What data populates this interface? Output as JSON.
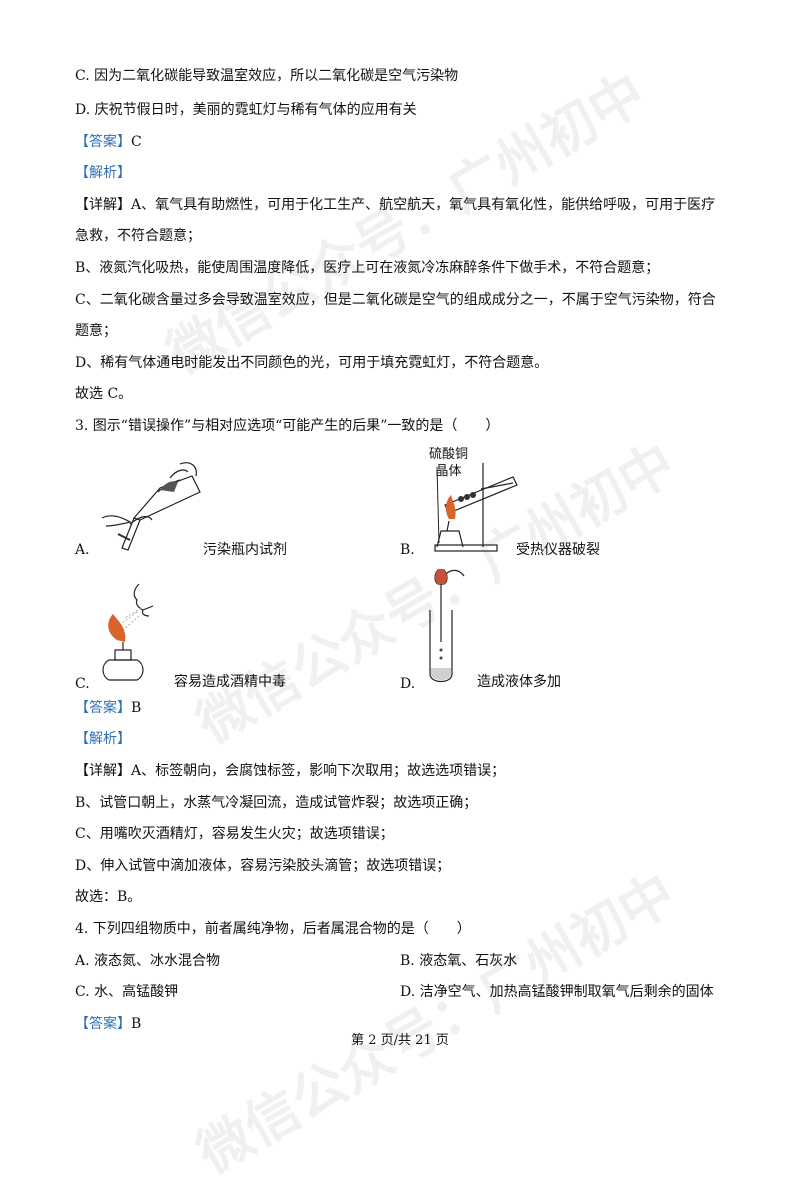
{
  "watermark": {
    "text_1": "微信公众号：广州初中",
    "text_2": "微信公众号：广州初中",
    "text_3": "微信公众号：广州初中"
  },
  "q2_tail": {
    "option_c": "C. 因为二氧化碳能导致温室效应，所以二氧化碳是空气污染物",
    "option_d": "D. 庆祝节假日时，美丽的霓虹灯与稀有气体的应用有关",
    "answer_tag": "【答案】",
    "answer": "C",
    "analysis_tag": "【解析】",
    "detail_tag": "【详解】",
    "detail_a_1": "A、氧气具有助燃性，可用于化工生产、航空航天，氧气具有氧化性，能供给呼吸，可用于医疗",
    "detail_a_2": "急救，不符合题意；",
    "detail_b": "B、液氮汽化吸热，能使周围温度降低，医疗上可在液氮冷冻麻醉条件下做手术，不符合题意；",
    "detail_c_1": "C、二氧化碳含量过多会导致温室效应，但是二氧化碳是空气的组成成分之一，不属于空气污染物，符合",
    "detail_c_2": "题意；",
    "detail_d": "D、稀有气体通电时能发出不同颜色的光，可用于填充霓虹灯，不符合题意。",
    "conclusion": "故选 C。"
  },
  "q3": {
    "stem": "3. 图示“错误操作”与相对应选项“可能产生的后果”一致的是（　　）",
    "fig_b_label": "硫酸铜\n晶体",
    "fig_b_label_1": "硫酸铜",
    "fig_b_label_2": "晶体",
    "options": {
      "a_letter": "A.",
      "a_text": "污染瓶内试剂",
      "b_letter": "B.",
      "b_text": "受热仪器破裂",
      "c_letter": "C.",
      "c_text": "容易造成酒精中毒",
      "d_letter": "D.",
      "d_text": "造成液体多加"
    },
    "answer_tag": "【答案】",
    "answer": "B",
    "analysis_tag": "【解析】",
    "detail_tag": "【详解】",
    "detail_a": "A、标签朝向，会腐蚀标签，影响下次取用；故选选项错误；",
    "detail_b": "B、试管口朝上，水蒸气冷凝回流，造成试管炸裂；故选项正确；",
    "detail_c": "C、用嘴吹灭酒精灯，容易发生火灾；故选项错误；",
    "detail_d": "D、伸入试管中滴加液体，容易污染胶头滴管；故选项错误；",
    "conclusion": "故选：B。"
  },
  "q4": {
    "stem": "4. 下列四组物质中，前者属纯净物，后者属混合物的是（　　）",
    "option_a": "A. 液态氮、冰水混合物",
    "option_b": "B. 液态氧、石灰水",
    "option_c": "C. 水、高锰酸钾",
    "option_d": "D. 洁净空气、加热高锰酸钾制取氧气后剩余的固体",
    "answer_tag": "【答案】",
    "answer": "B"
  },
  "footer": "第 2 页/共 21 页",
  "colors": {
    "tag": "#2e6fb7",
    "flame": "#d9632b"
  }
}
